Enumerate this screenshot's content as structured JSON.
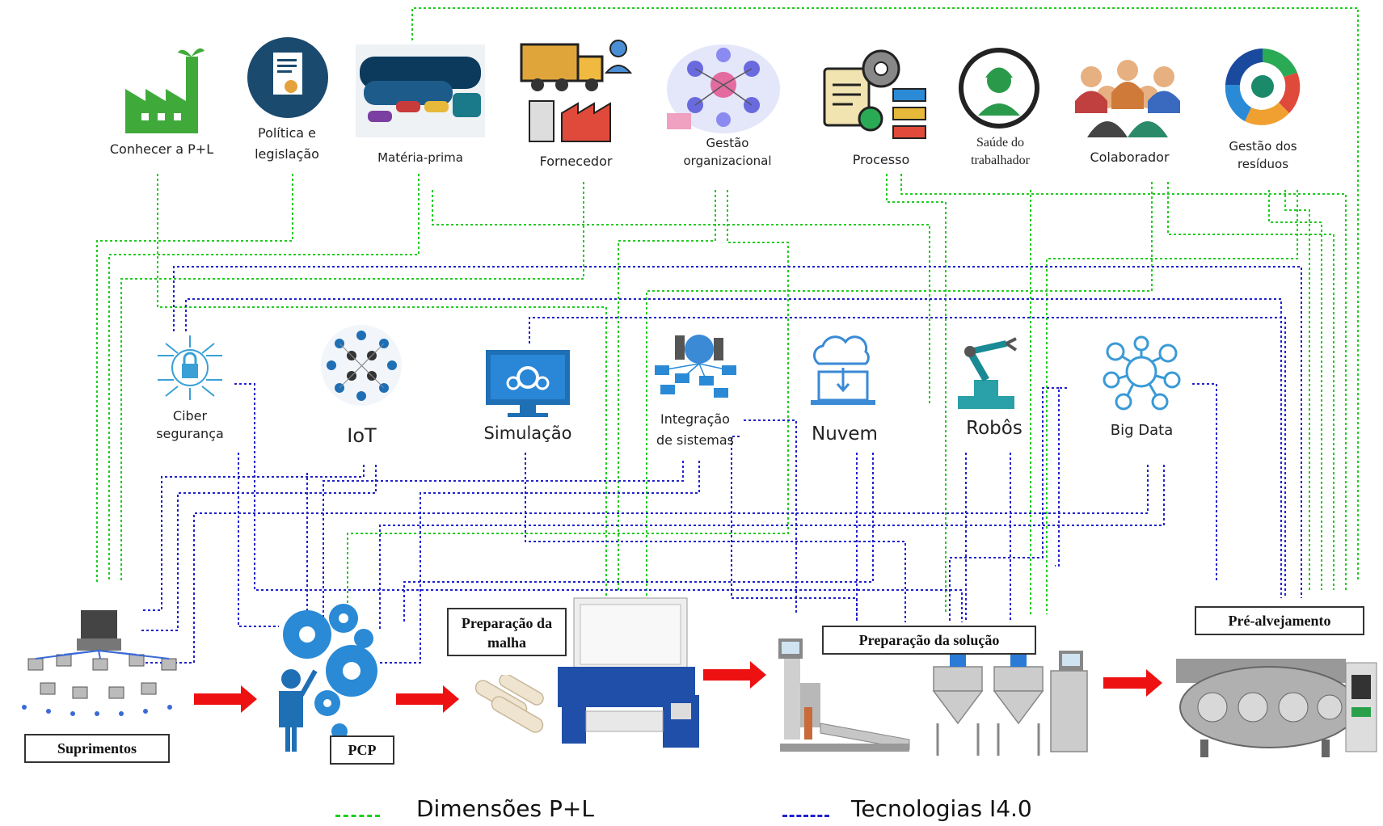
{
  "dimensions": [
    {
      "key": "pl",
      "label": "Conhecer a P+L"
    },
    {
      "key": "pol",
      "label": "Política e\nlegislação"
    },
    {
      "key": "mat",
      "label": "Matéria-prima"
    },
    {
      "key": "forn",
      "label": "Fornecedor"
    },
    {
      "key": "gest",
      "label": "Gestão\norganizacional"
    },
    {
      "key": "proc",
      "label": "Processo"
    },
    {
      "key": "saude",
      "label": "Saúde do\ntrabalhador"
    },
    {
      "key": "colab",
      "label": "Colaborador"
    },
    {
      "key": "resid",
      "label": "Gestão dos\nresíduos"
    }
  ],
  "technologies": [
    {
      "key": "ciber",
      "label": "Ciber\nsegurança"
    },
    {
      "key": "iot",
      "label": "IoT"
    },
    {
      "key": "sim",
      "label": "Simulação"
    },
    {
      "key": "integ",
      "label": "Integração\nde sistemas"
    },
    {
      "key": "nuvem",
      "label": "Nuvem"
    },
    {
      "key": "robos",
      "label": "Robôs"
    },
    {
      "key": "bigdata",
      "label": "Big Data"
    }
  ],
  "process_steps": [
    {
      "key": "supr",
      "label": "Suprimentos"
    },
    {
      "key": "pcp",
      "label": "PCP"
    },
    {
      "key": "malha",
      "label": "Preparação da\nmalha"
    },
    {
      "key": "sol",
      "label": "Preparação da solução"
    },
    {
      "key": "prealv",
      "label": "Pré-alvejamento"
    }
  ],
  "legend": {
    "green_label": "Dimensões P+L",
    "blue_label": "Tecnologias I4.0",
    "green_color": "#22cc22",
    "blue_color": "#2222cc"
  },
  "colors": {
    "arrow": "#ee1111",
    "factory_green": "#3faa3a",
    "navy": "#1a4a6e",
    "tech_blue": "#1f6fb5"
  }
}
